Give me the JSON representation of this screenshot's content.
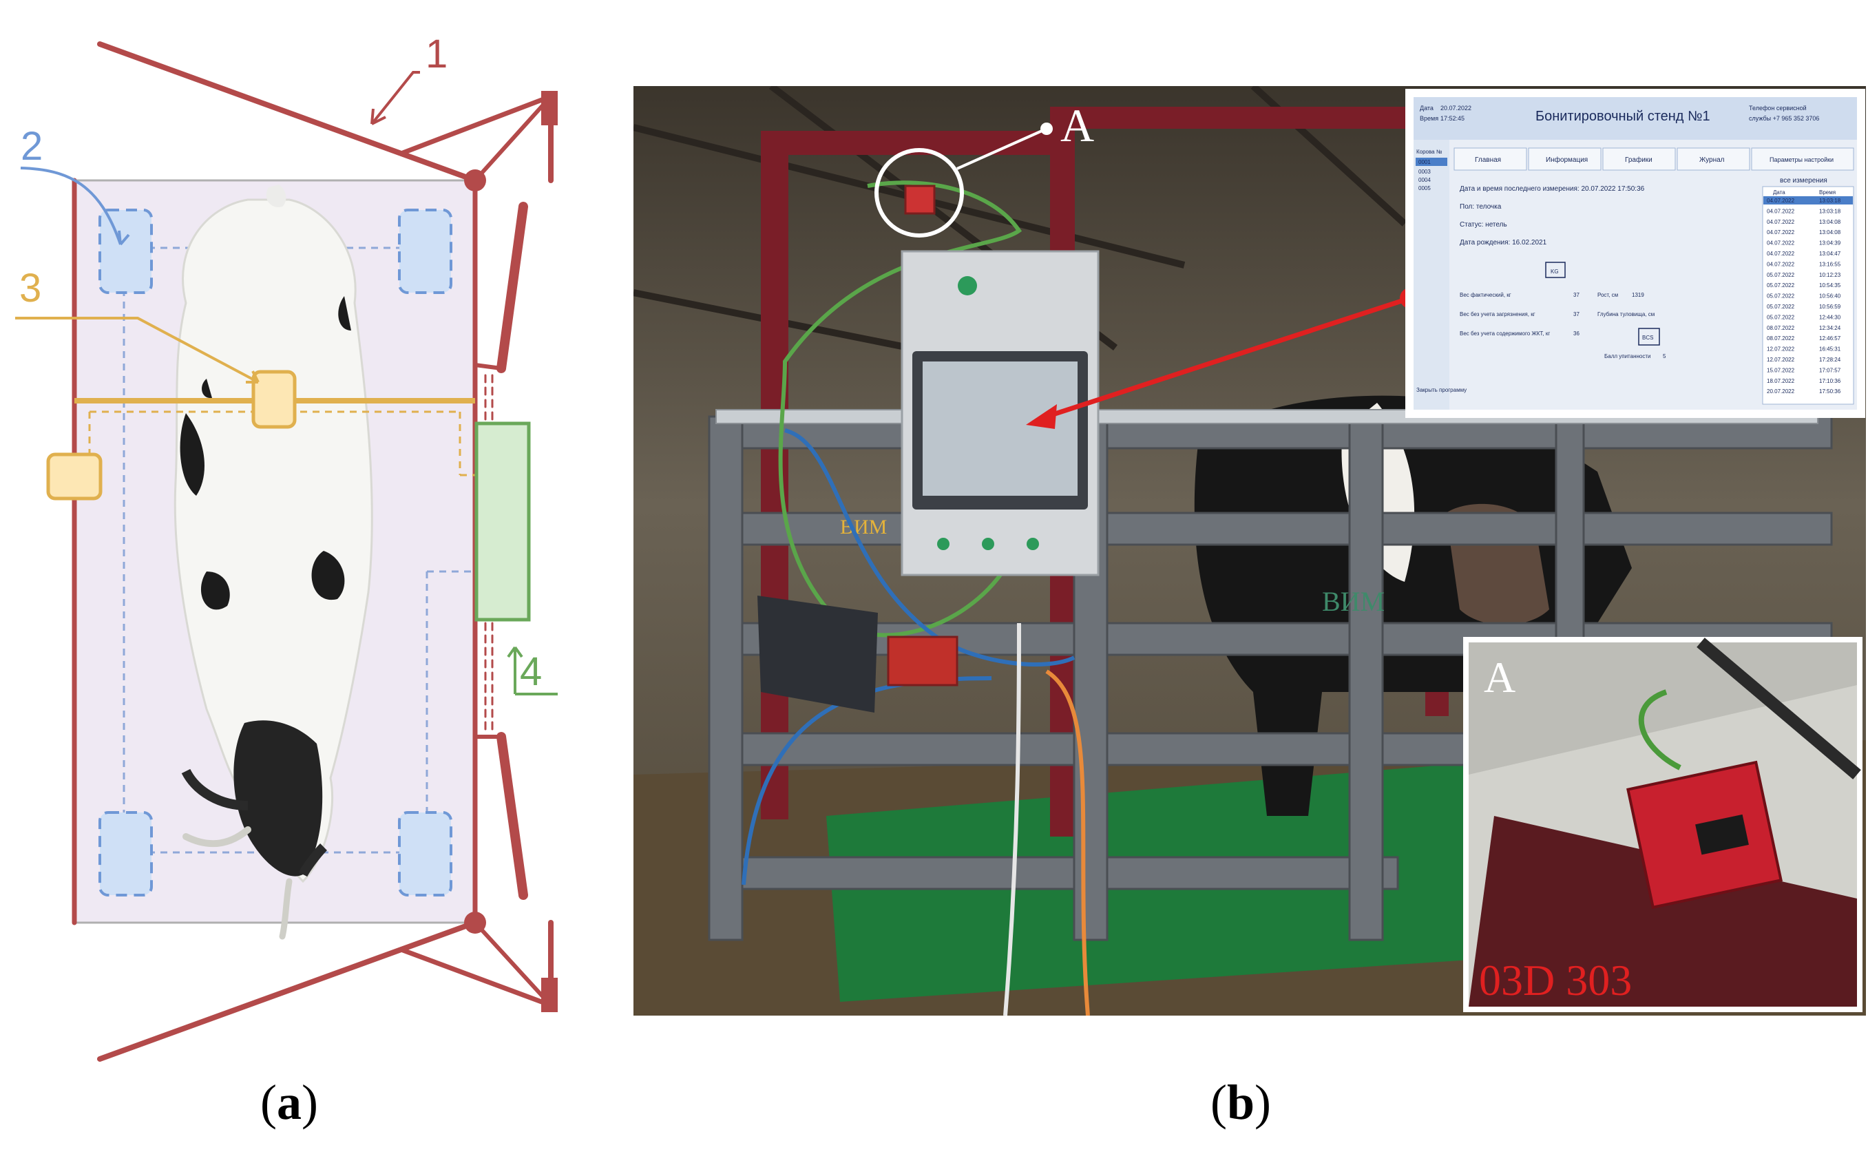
{
  "panel_a": {
    "caption_open": "(",
    "caption_letter": "a",
    "caption_close": ")",
    "labels": [
      {
        "id": "frame",
        "text": "1",
        "color": "#b34a4a"
      },
      {
        "id": "load-cells",
        "text": "2",
        "color": "#6f98d6"
      },
      {
        "id": "sensor-bar",
        "text": "3",
        "color": "#e0b04e"
      },
      {
        "id": "control-box",
        "text": "4",
        "color": "#6aa85a"
      }
    ]
  },
  "panel_b": {
    "caption_open": "(",
    "caption_letter": "b",
    "caption_close": ")",
    "marker_label": "A",
    "inset_label": "A",
    "sensor_model": "03D 303",
    "fence_text_left": "ВИМ",
    "fence_text_right": "ВИМ",
    "screen": {
      "title": "Бонитировочный стенд №1",
      "date_label": "Дата",
      "date_value": "20.07.2022",
      "time_label": "Время",
      "time_value": "17:52:45",
      "phone_line1": "Телефон сервисной",
      "phone_line2": "службы +7 965 352 3706",
      "id_header": "Корова №",
      "ids": [
        "0001",
        "0003",
        "0004",
        "0005"
      ],
      "tabs": [
        "Главная",
        "Информация",
        "Графики",
        "Журнал",
        "Параметры настройки"
      ],
      "last_measure": "Дата и время последнего измерения: 20.07.2022   17:50:36",
      "sex": "Пол: телочка",
      "status": "Статус: нетель",
      "birth": "Дата рождения: 16.02.2021",
      "kg_icon": "KG",
      "weight_label": "Вес фактический, кг",
      "weight_value": "37",
      "height_label": "Рост, см",
      "height_value": "1319",
      "weight2_label": "Вес без учета загрязнения, кг",
      "weight2_value": "37",
      "chest_label": "Глубина туловища, см",
      "weight3_label": "Вес без учета содержимого ЖКТ, кг",
      "weight3_value": "36",
      "bcs_icon": "BCS",
      "bcs_label": "Балл упитанности",
      "bcs_value": "5",
      "close_label": "Закрыть программу",
      "all_header": "все измерения",
      "col_date": "Дата",
      "col_time": "Время",
      "rows": [
        [
          "04.07.2022",
          "13:03:18"
        ],
        [
          "04.07.2022",
          "13:03:18"
        ],
        [
          "04.07.2022",
          "13:04:08"
        ],
        [
          "04.07.2022",
          "13:04:08"
        ],
        [
          "04.07.2022",
          "13:04:39"
        ],
        [
          "04.07.2022",
          "13:04:47"
        ],
        [
          "04.07.2022",
          "13:16:55"
        ],
        [
          "05.07.2022",
          "10:12:23"
        ],
        [
          "05.07.2022",
          "10:54:35"
        ],
        [
          "05.07.2022",
          "10:56:40"
        ],
        [
          "05.07.2022",
          "10:56:59"
        ],
        [
          "05.07.2022",
          "12:44:30"
        ],
        [
          "08.07.2022",
          "12:34:24"
        ],
        [
          "08.07.2022",
          "12:46:57"
        ],
        [
          "12.07.2022",
          "16:45:31"
        ],
        [
          "12.07.2022",
          "17:28:24"
        ],
        [
          "15.07.2022",
          "17:07:57"
        ],
        [
          "18.07.2022",
          "17:10:36"
        ],
        [
          "20.07.2022",
          "17:50:36"
        ]
      ]
    }
  }
}
